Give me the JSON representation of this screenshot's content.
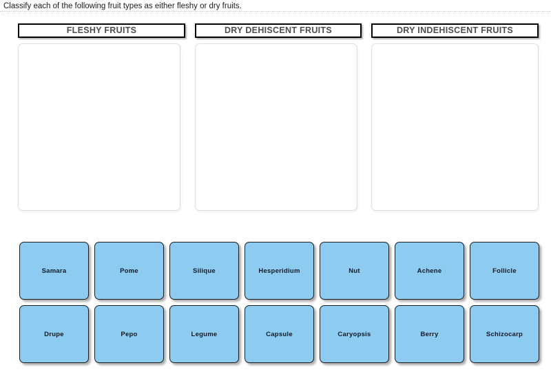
{
  "prompt": {
    "text": "Classify each of the following fruit types as either fleshy or dry fruits."
  },
  "columns": [
    {
      "header": "FLESHY FRUITS",
      "items": []
    },
    {
      "header": "DRY DEHISCENT FRUITS",
      "items": []
    },
    {
      "header": "DRY INDEHISCENT FRUITS",
      "items": []
    }
  ],
  "tray": {
    "rows": [
      [
        {
          "label": "Samara"
        },
        {
          "label": "Pome"
        },
        {
          "label": "Silique"
        },
        {
          "label": "Hesperidium"
        },
        {
          "label": "Nut"
        },
        {
          "label": "Achene"
        },
        {
          "label": "Follicle"
        }
      ],
      [
        {
          "label": "Drupe"
        },
        {
          "label": "Pepo"
        },
        {
          "label": "Legume"
        },
        {
          "label": "Capsule"
        },
        {
          "label": "Caryopsis"
        },
        {
          "label": "Berry"
        },
        {
          "label": "Schizocarp"
        }
      ]
    ]
  },
  "colors": {
    "tile_fill": "#8ecbf0",
    "tile_border": "#1c1c1c",
    "header_border": "#000000",
    "header_text": "#4d4d4d",
    "dropzone_border": "#dedede",
    "page_background": "#ffffff"
  }
}
